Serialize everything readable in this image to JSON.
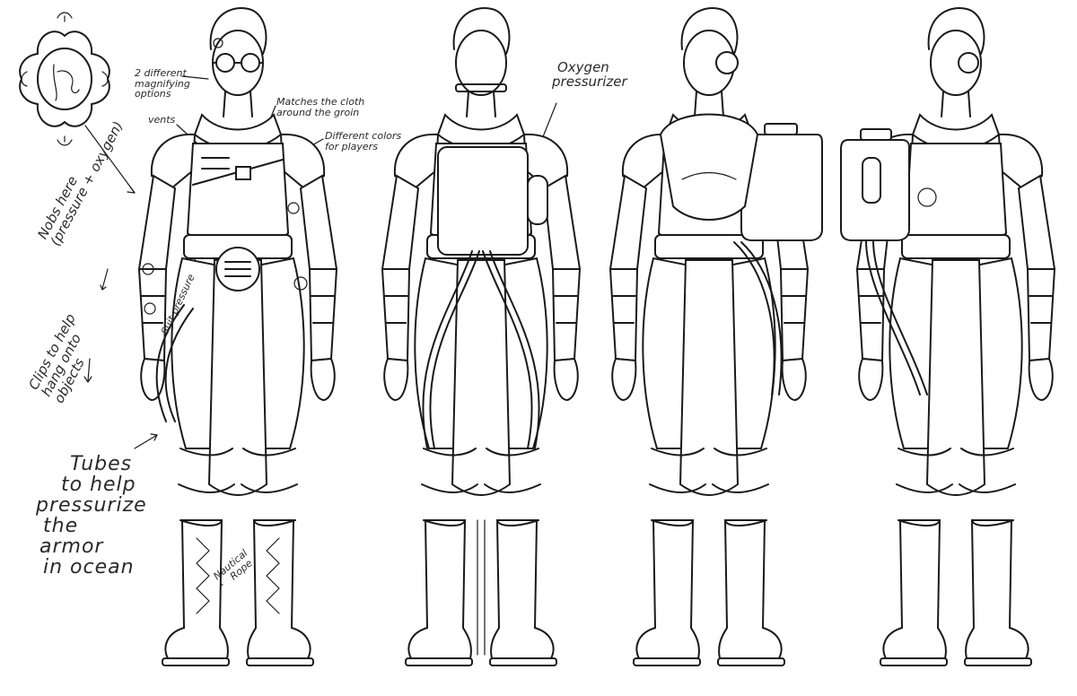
{
  "notes": {
    "magnifying": [
      "2 different",
      "magnifying",
      "options"
    ],
    "vents": "vents",
    "cloth": [
      "Matches the cloth",
      "around the groin"
    ],
    "colors": [
      "Different colors",
      "for players"
    ],
    "nobs": [
      "Nobs here",
      "(pressure + oxygen)"
    ],
    "suit": "Suit pressure",
    "clips": [
      "Clips to help",
      "hang onto",
      "objects"
    ],
    "tubes": [
      "Tubes",
      "to help",
      "pressurize",
      "the",
      "armor",
      "in ocean"
    ],
    "rope": [
      "Nautical",
      "Rope"
    ],
    "oxygen": [
      "Oxygen",
      "pressurizer"
    ]
  },
  "colors": {
    "ink": "#1a1a1a",
    "paper": "#ffffff"
  },
  "views": [
    "front",
    "back",
    "left-side",
    "right-side"
  ]
}
